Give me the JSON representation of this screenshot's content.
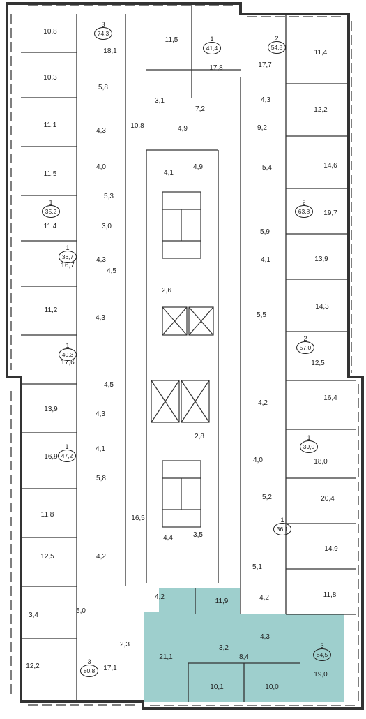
{
  "highlight_color": "#9ecfcd",
  "apartments": [
    {
      "rooms": "3",
      "area": "74,3"
    },
    {
      "rooms": "1",
      "area": "41,4"
    },
    {
      "rooms": "2",
      "area": "54,8"
    },
    {
      "rooms": "1",
      "area": "35,2"
    },
    {
      "rooms": "2",
      "area": "63,8"
    },
    {
      "rooms": "1",
      "area": "36,7"
    },
    {
      "rooms": "1",
      "area": "40,3"
    },
    {
      "rooms": "2",
      "area": "57,0"
    },
    {
      "rooms": "1",
      "area": "47,2"
    },
    {
      "rooms": "1",
      "area": "39,0"
    },
    {
      "rooms": "1",
      "area": "36,1"
    },
    {
      "rooms": "3",
      "area": "80,8"
    },
    {
      "rooms": "3",
      "area": "84,5"
    }
  ],
  "rooms": [
    "10,8",
    "18,1",
    "11,5",
    "17,8",
    "17,7",
    "11,4",
    "10,3",
    "5,8",
    "3,1",
    "7,2",
    "4,3",
    "12,2",
    "11,1",
    "4,3",
    "10,8",
    "4,9",
    "9,2",
    "4,0",
    "4,1",
    "4,9",
    "5,4",
    "14,6",
    "11,5",
    "5,3",
    "19,7",
    "11,4",
    "3,0",
    "5,9",
    "13,9",
    "16,7",
    "4,3",
    "4,5",
    "4,1",
    "14,3",
    "11,2",
    "4,3",
    "2,6",
    "5,5",
    "12,5",
    "17,6",
    "4,5",
    "16,4",
    "13,9",
    "4,3",
    "4,2",
    "4,1",
    "2,8",
    "18,0",
    "16,9",
    "5,8",
    "4,0",
    "5,2",
    "20,4",
    "11,8",
    "16,5",
    "4,2",
    "4,4",
    "3,5",
    "14,9",
    "5,1",
    "12,5",
    "4,2",
    "11,8",
    "3,4",
    "5,0",
    "4,2",
    "11,9",
    "2,3",
    "3,2",
    "4,3",
    "21,1",
    "8,4",
    "12,2",
    "17,1",
    "10,1",
    "10,0",
    "19,0"
  ]
}
